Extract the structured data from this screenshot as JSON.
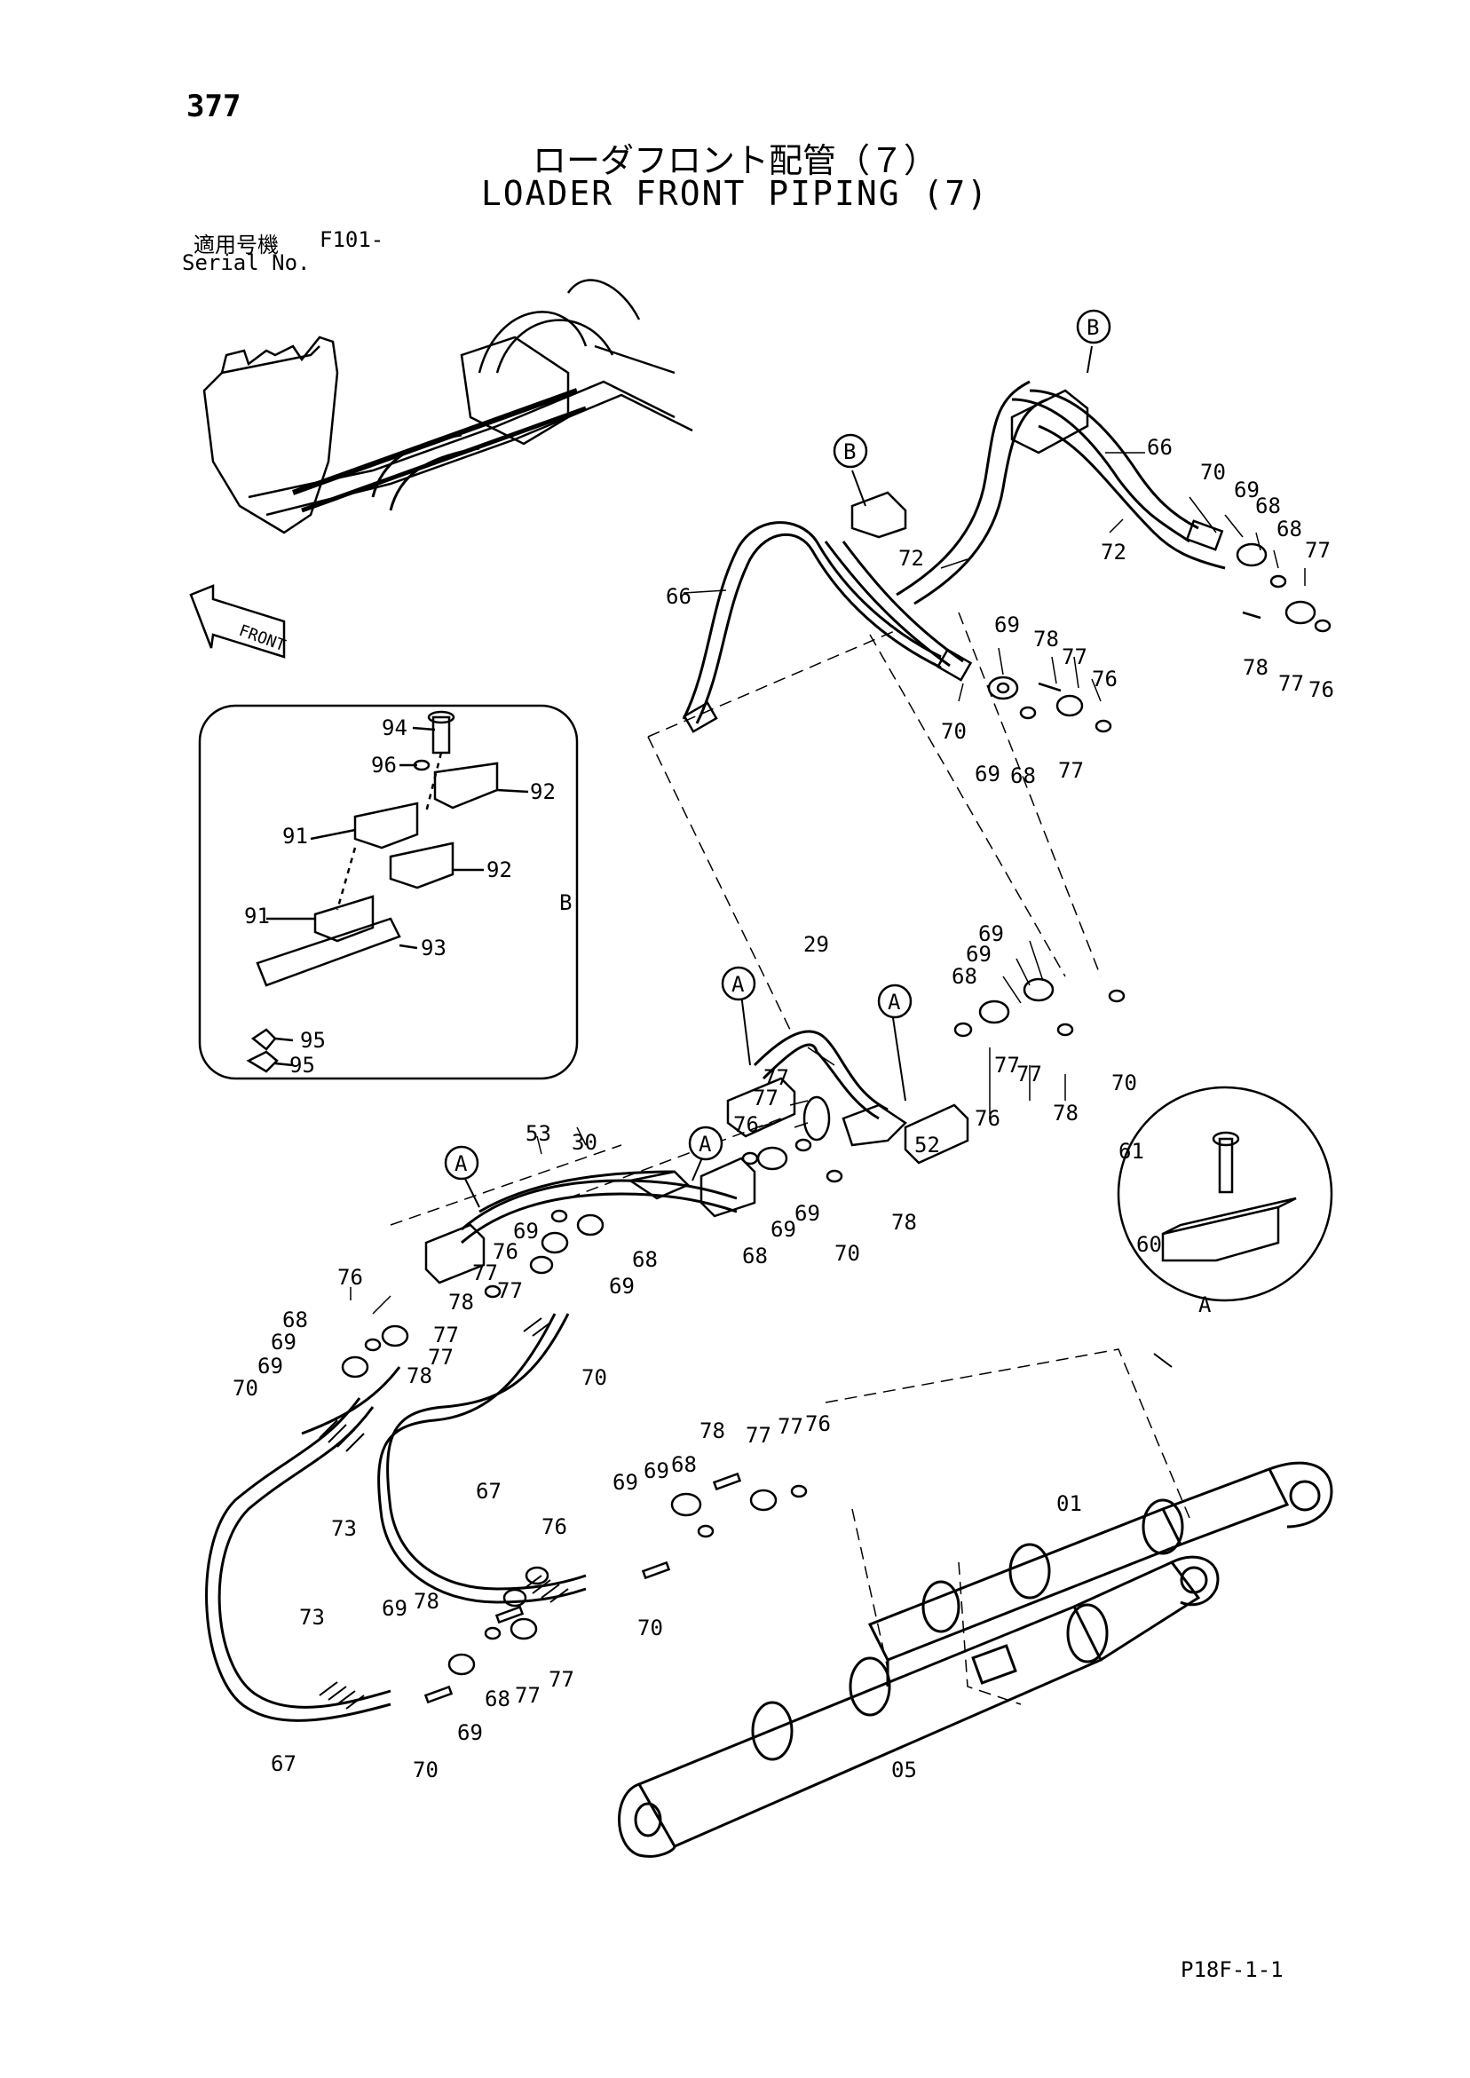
{
  "page_number": "377",
  "title_ja": "ローダフロント配管（７）",
  "title_en": "LOADER FRONT PIPING (7)",
  "serial": {
    "label_ja": "適用号機",
    "code": "F101-",
    "label_en": "Serial No."
  },
  "front_label": "FRONT",
  "callouts": {
    "A": "A",
    "B": "B"
  },
  "detail_b_label": "B",
  "detail_a_label": "A",
  "doc_code": "P18F-1-1",
  "part_numbers": {
    "p01": "01",
    "p05": "05",
    "p29": "29",
    "p30": "30",
    "p52": "52",
    "p53": "53",
    "p60": "60",
    "p61": "61",
    "p66": "66",
    "p67": "67",
    "p68": "68",
    "p69": "69",
    "p70": "70",
    "p72": "72",
    "p73": "73",
    "p76": "76",
    "p77": "77",
    "p78": "78",
    "p91": "91",
    "p92": "92",
    "p93": "93",
    "p94": "94",
    "p95": "95",
    "p96": "96"
  }
}
